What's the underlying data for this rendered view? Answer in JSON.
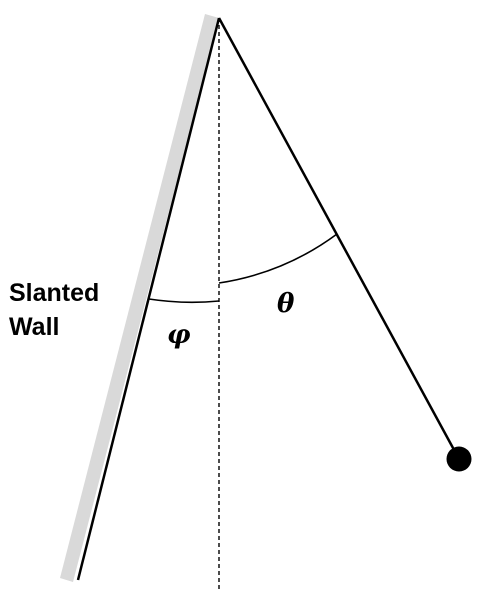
{
  "wall": {
    "label_line1": "Slanted",
    "label_line2": "Wall",
    "fill_color": "#d9d9d9"
  },
  "angles": {
    "phi_label": "φ",
    "theta_label": "θ"
  },
  "colors": {
    "line": "#000000",
    "background": "#ffffff"
  }
}
